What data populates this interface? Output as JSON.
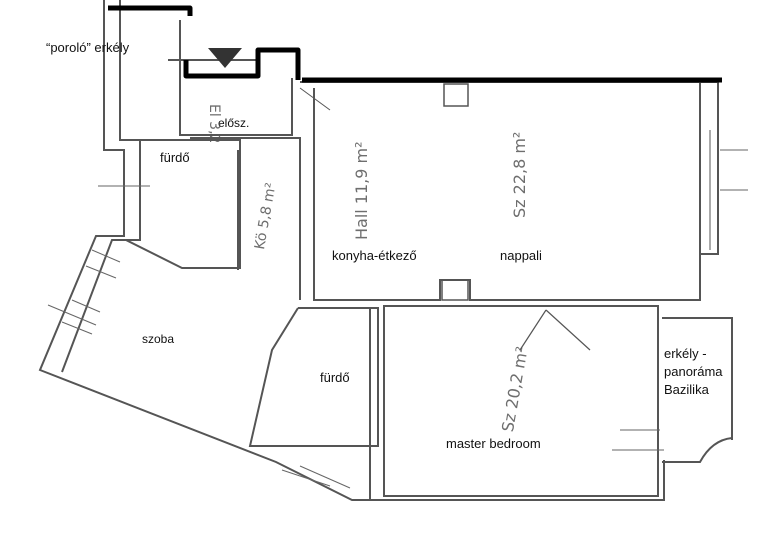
{
  "labels": {
    "porolo_balcony": "“poroló” erkély",
    "hallway_small": "elősz.",
    "bathroom_top": "fürdő",
    "kitchen_dining": "konyha-étkező",
    "living_room": "nappali",
    "room": "szoba",
    "bathroom_bottom": "fürdő",
    "master_bedroom": "master bedroom",
    "balcony_line1": "erkély -",
    "balcony_line2": "panoráma",
    "balcony_line3": "Bazilika"
  },
  "handwritten": {
    "entry": "El 3,2",
    "hall": "Hall 11,9 m²",
    "living": "Sz 22,8 m²",
    "kitchen": "Kö 5,8 m²",
    "bedroom": "Sz 20,2 m²"
  },
  "colors": {
    "wall": "#555555",
    "highlight_wall": "#000000",
    "entry_marker": "#333333"
  }
}
